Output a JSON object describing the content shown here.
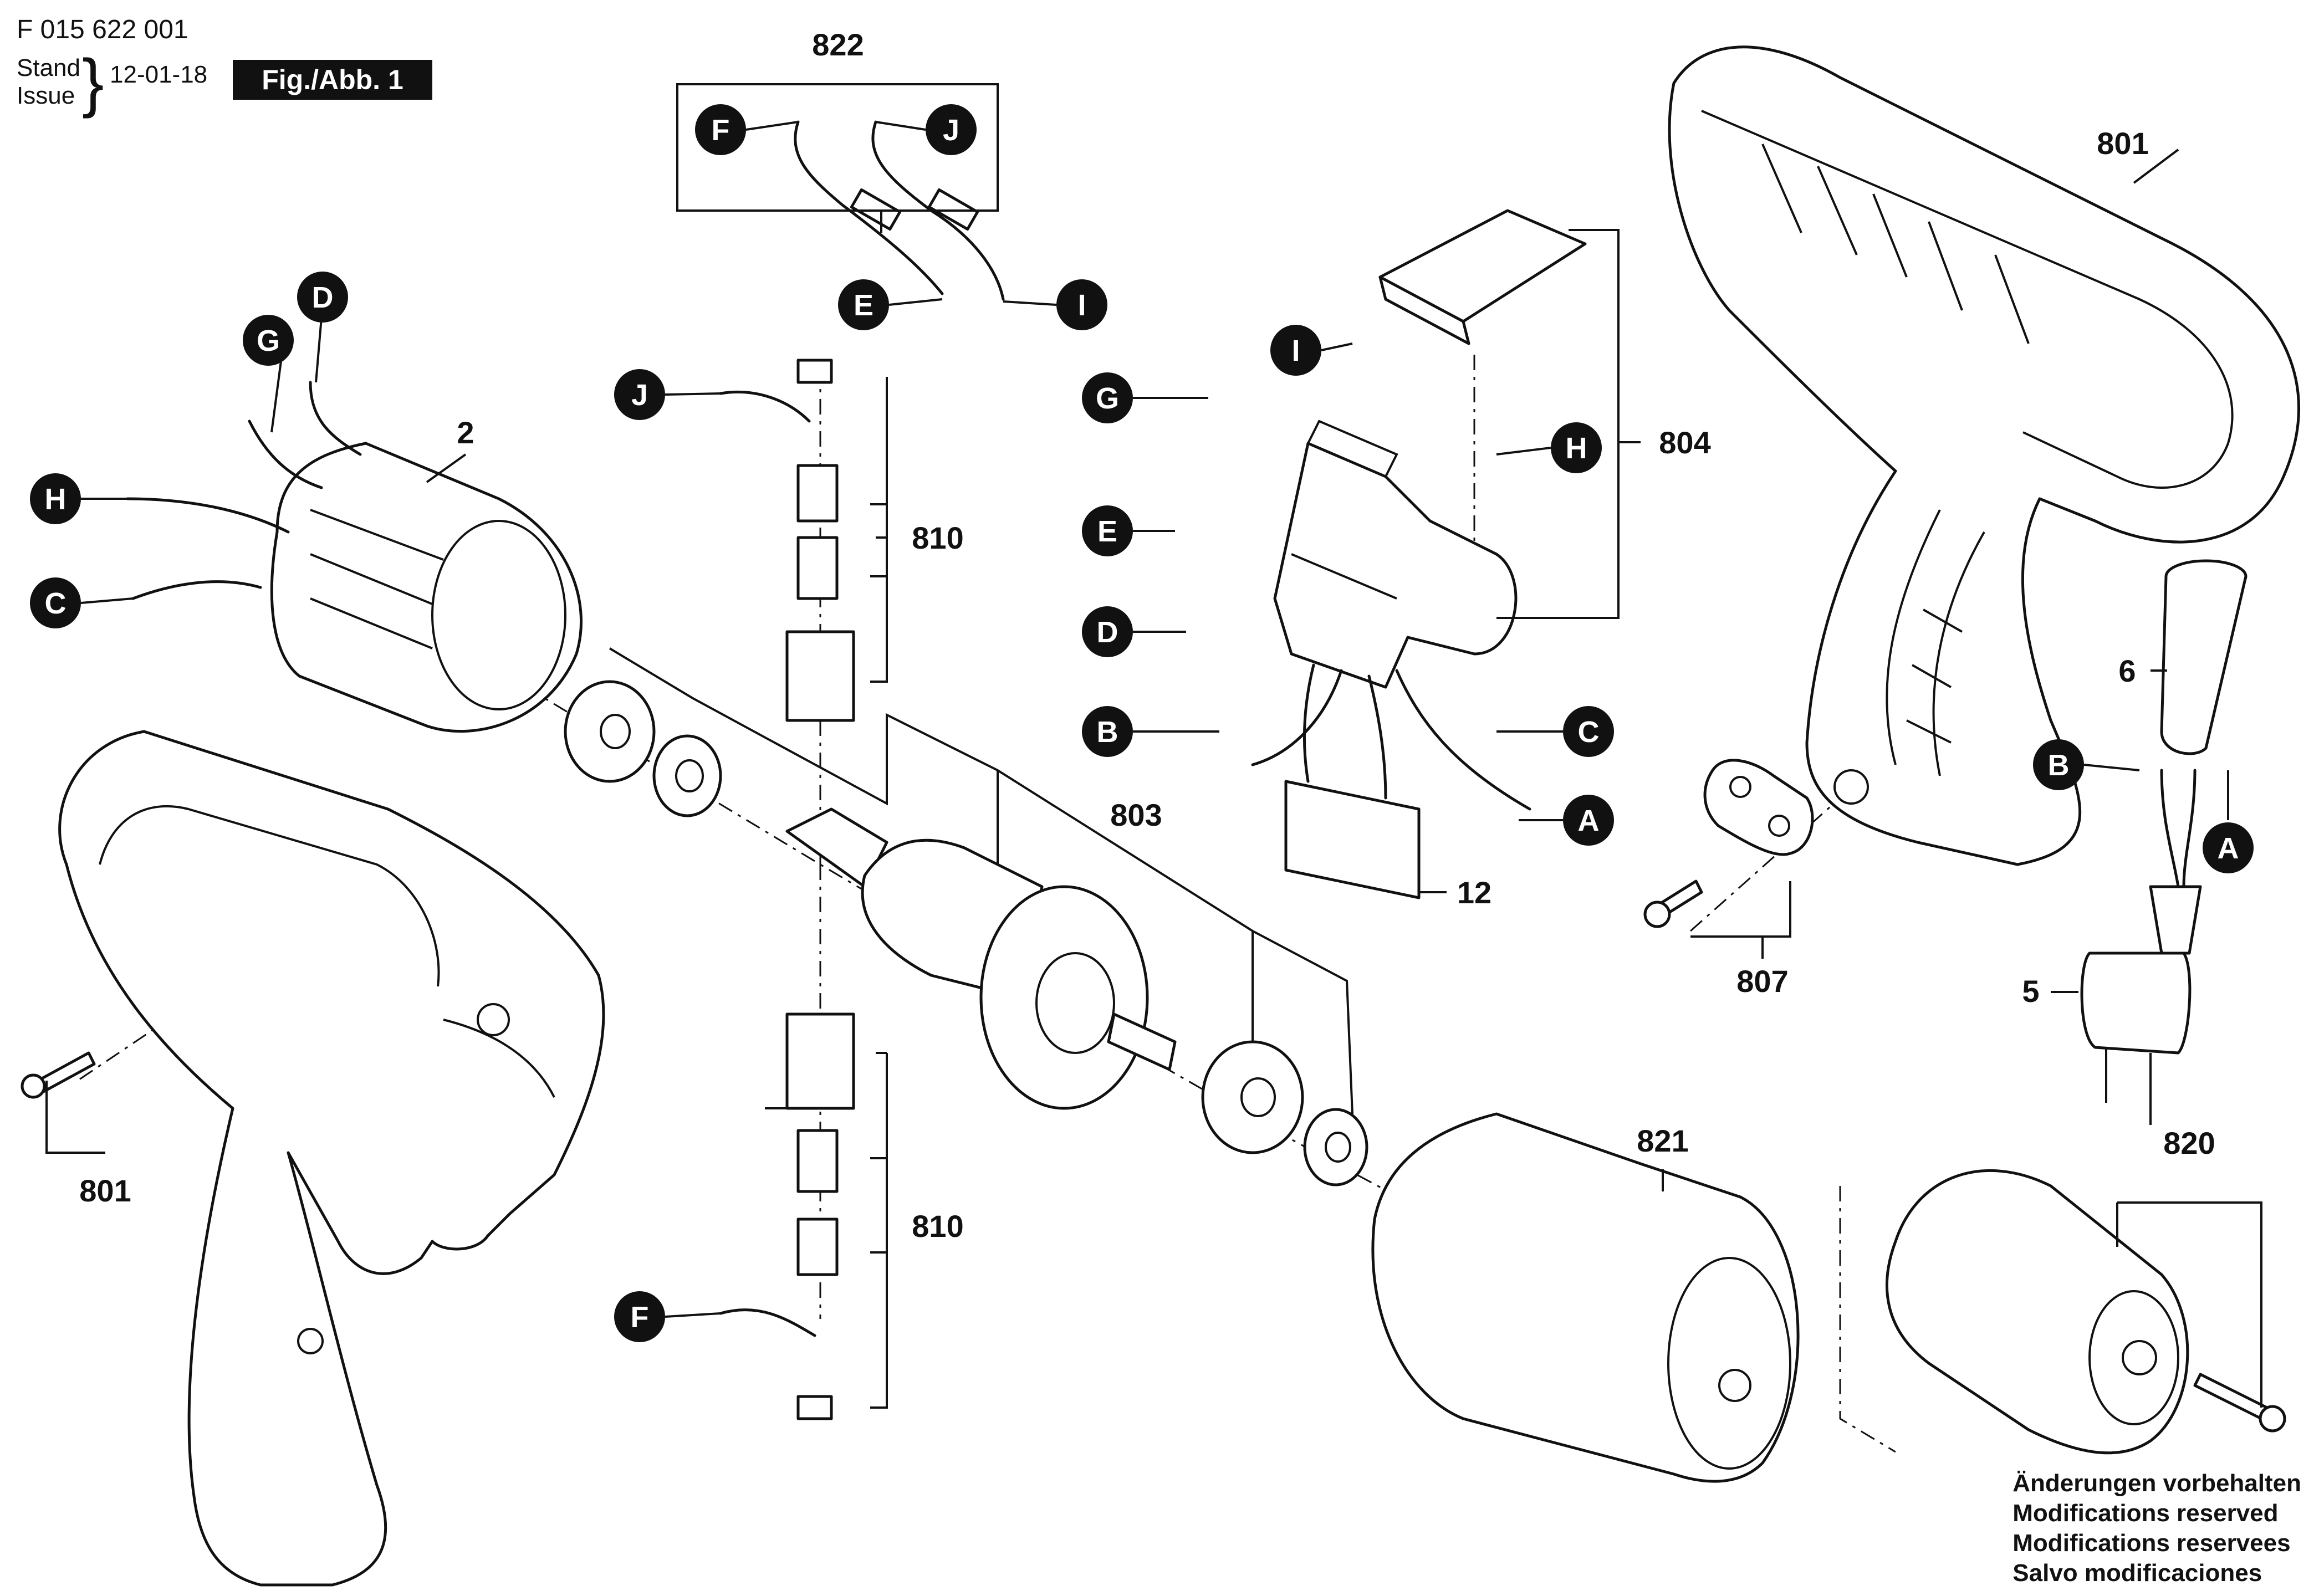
{
  "header": {
    "drawing_number": "F 015 622 001",
    "stand_issue": "Stand\nIssue",
    "date": "12-01-18",
    "figure": "Fig./Abb. 1"
  },
  "part_labels": {
    "housing_half_top": "801",
    "housing_half_bottom": "801",
    "field_coil": "2",
    "cable_set": "822",
    "brush_holder_top": "810",
    "brush_holder_bottom": "810",
    "armature": "803",
    "switch": "804",
    "capacitor": "12",
    "cable_clamp": "807",
    "power_cord": "5",
    "grommet": "6",
    "gear_box": "821",
    "chuck": "820"
  },
  "wire_letters": {
    "cable_set": [
      "F",
      "J",
      "E",
      "I"
    ],
    "field_coil": [
      "G",
      "D",
      "H",
      "C"
    ],
    "brush_top": "J",
    "brush_bottom": "F",
    "switch": [
      "I",
      "G",
      "H",
      "E",
      "D",
      "B",
      "C",
      "A"
    ],
    "power_cord": [
      "B",
      "A"
    ]
  },
  "footer_note": "Änderungen vorbehalten\nModifications reserved\nModifications reservees\nSalvo modificaciones"
}
